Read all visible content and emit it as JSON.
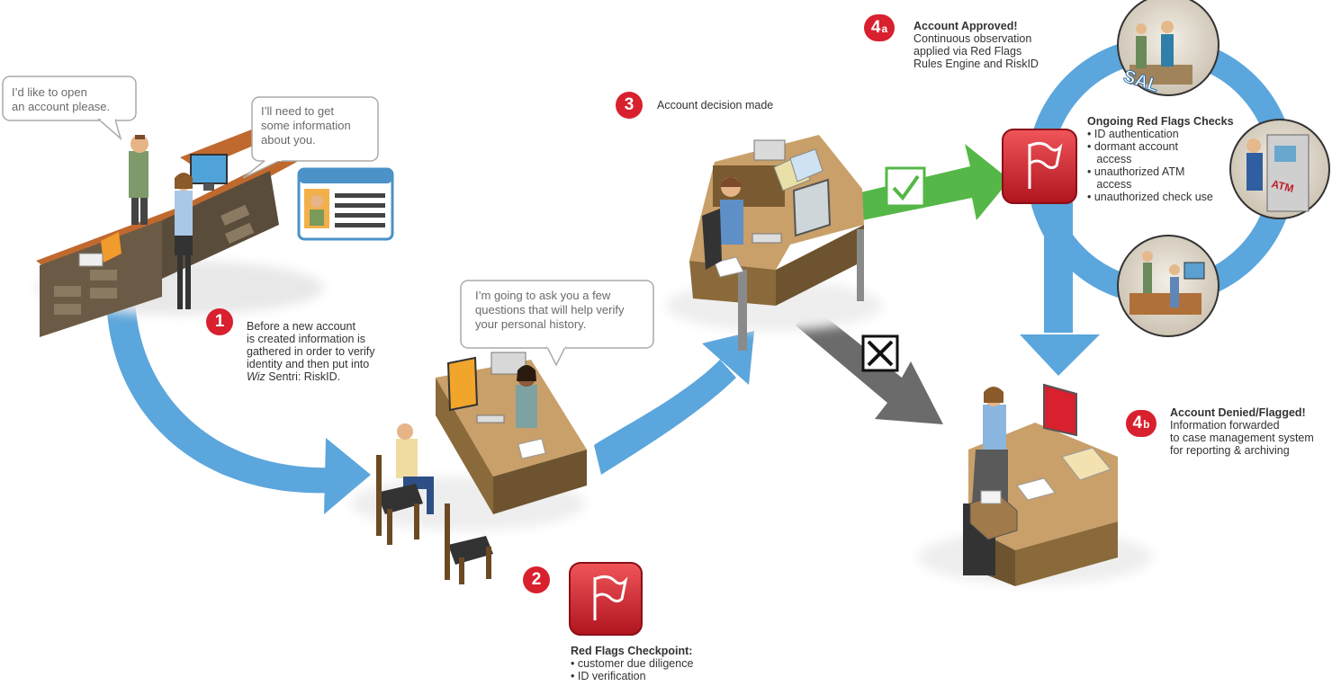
{
  "colors": {
    "flow_arrow": "#5ba6dc",
    "approve_arrow": "#55b747",
    "deny_arrow": "#6b6b6b",
    "step_badge": "#d8202e",
    "desk_top": "#c9a06a",
    "desk_body": "#8a6a3a"
  },
  "bubbles": {
    "customer": [
      "I’d like to open",
      "an account please."
    ],
    "teller": [
      "I’ll need to get",
      "some information",
      "about you."
    ],
    "interviewer": [
      "I’m going to ask you a few",
      "questions that will help verify",
      "your personal history."
    ]
  },
  "steps": {
    "s1": {
      "badge": "1",
      "lines": [
        "Before a new account",
        "is created information is",
        "gathered in order to verify",
        "identity and then put into"
      ],
      "product_italic": "Wiz",
      "product_rest": " Sentri: RiskID."
    },
    "s2": {
      "badge": "2",
      "title": "Red Flags Checkpoint:",
      "items": [
        "• customer due diligence",
        "• ID verification"
      ]
    },
    "s3": {
      "badge": "3",
      "text": "Account decision made"
    },
    "s4a": {
      "badge": "4",
      "badge_sub": "a",
      "title": "Account Approved!",
      "lines": [
        "Continuous observation",
        "applied via Red Flags",
        "Rules Engine and RiskID"
      ]
    },
    "s4b": {
      "badge": "4",
      "badge_sub": "b",
      "title": "Account Denied/Flagged!",
      "lines": [
        "Information forwarded",
        "to case management system",
        "for reporting & archiving"
      ]
    }
  },
  "ongoing": {
    "title": "Ongoing Red Flags Checks",
    "items": [
      "• ID authentication",
      "• dormant account",
      "   access",
      "• unauthorized ATM",
      "   access",
      "• unauthorized check use"
    ]
  },
  "vignettes": {
    "sale_sign": "SAL",
    "atm_sign": "ATM"
  },
  "icons": {
    "flag": "red-flag-icon",
    "check": "check-mark-icon",
    "cross": "x-mark-icon",
    "id_card": "id-card-icon"
  }
}
